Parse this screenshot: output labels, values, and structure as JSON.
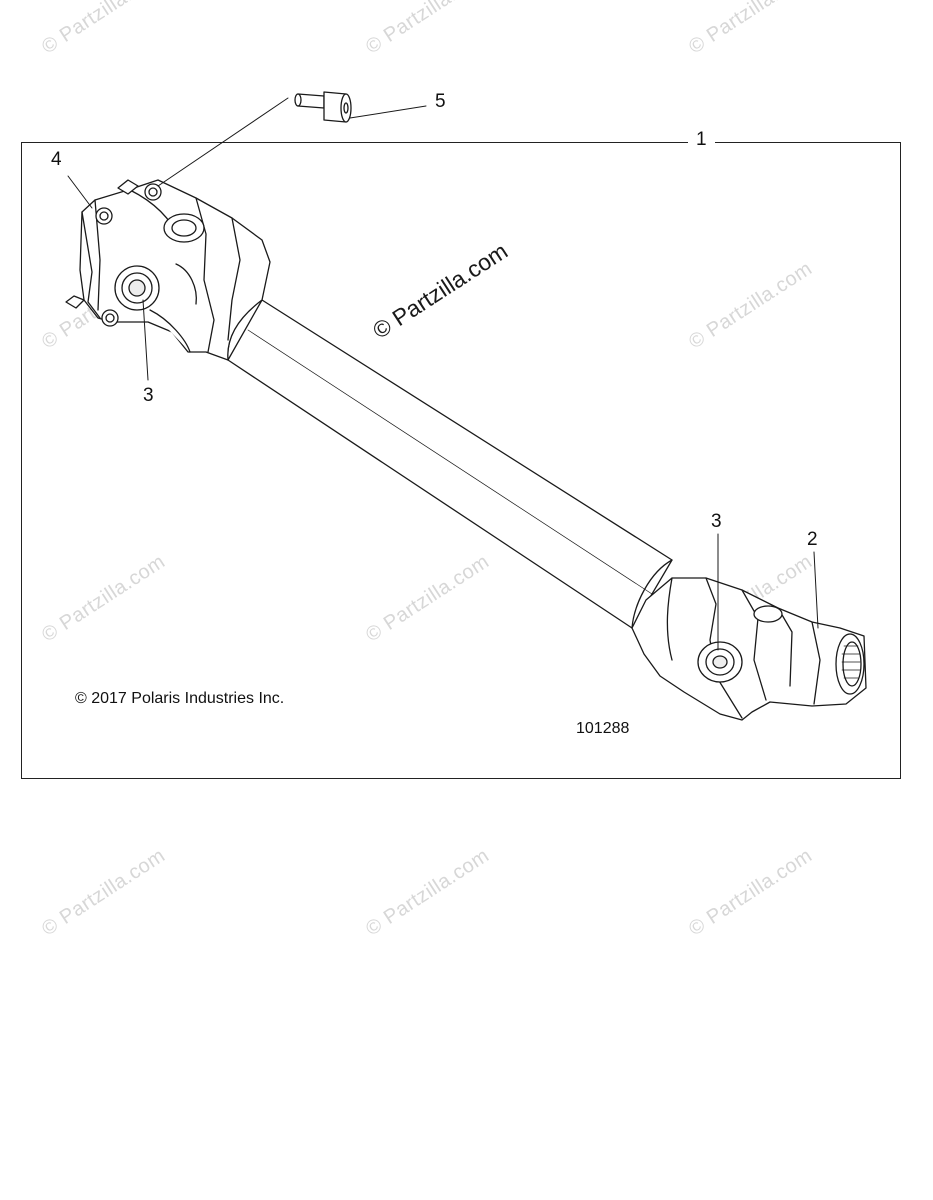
{
  "diagram": {
    "callouts": {
      "c1": "1",
      "c2": "2",
      "c3a": "3",
      "c3b": "3",
      "c4": "4",
      "c5": "5"
    },
    "copyright": "© 2017 Polaris Industries Inc.",
    "drawing_number": "101288"
  },
  "watermark": {
    "main": "© Partzilla.com",
    "tile": "© Partzilla.com"
  }
}
